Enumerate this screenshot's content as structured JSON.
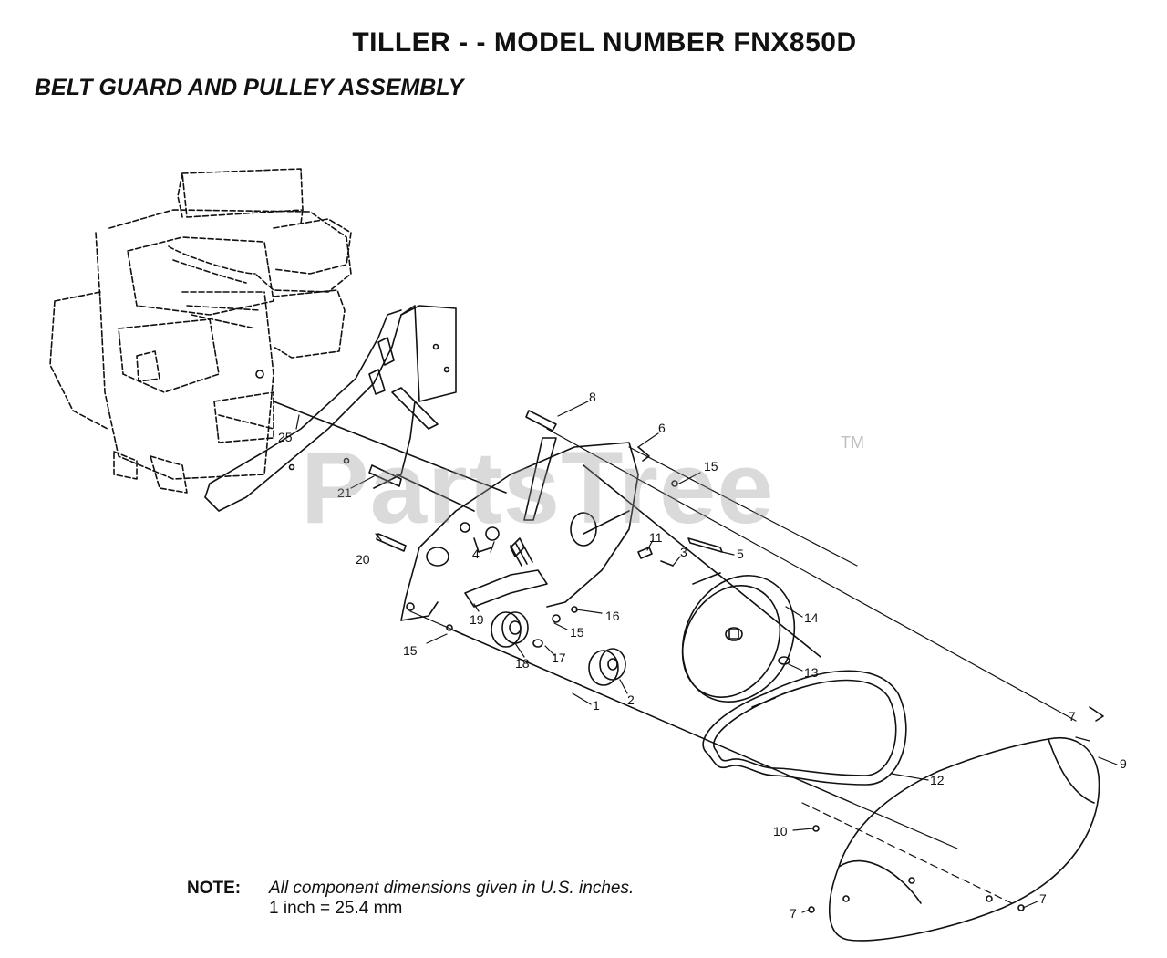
{
  "header": {
    "title": "TILLER - - MODEL NUMBER  FNX850D",
    "subtitle": "BELT GUARD AND PULLEY ASSEMBLY"
  },
  "callouts": [
    {
      "id": "c8",
      "label": "8"
    },
    {
      "id": "c6",
      "label": "6"
    },
    {
      "id": "c15a",
      "label": "15"
    },
    {
      "id": "c25",
      "label": "25"
    },
    {
      "id": "c21",
      "label": "21"
    },
    {
      "id": "c11",
      "label": "11"
    },
    {
      "id": "c3",
      "label": "3"
    },
    {
      "id": "c5",
      "label": "5"
    },
    {
      "id": "c20",
      "label": "20"
    },
    {
      "id": "c4",
      "label": "4"
    },
    {
      "id": "c14",
      "label": "14"
    },
    {
      "id": "c16",
      "label": "16"
    },
    {
      "id": "c19",
      "label": "19"
    },
    {
      "id": "c15b",
      "label": "15"
    },
    {
      "id": "c15c",
      "label": "15"
    },
    {
      "id": "c18",
      "label": "18"
    },
    {
      "id": "c17",
      "label": "17"
    },
    {
      "id": "c13",
      "label": "13"
    },
    {
      "id": "c2",
      "label": "2"
    },
    {
      "id": "c1",
      "label": "1"
    },
    {
      "id": "c12",
      "label": "12"
    },
    {
      "id": "c7a",
      "label": "7"
    },
    {
      "id": "c9",
      "label": "9"
    },
    {
      "id": "c10",
      "label": "10"
    },
    {
      "id": "c7b",
      "label": "7"
    },
    {
      "id": "c7c",
      "label": "7"
    }
  ],
  "note": {
    "label": "NOTE:",
    "line1": "All component dimensions given in U.S. inches.",
    "line2": "1 inch = 25.4 mm"
  },
  "watermark": {
    "text": "PartsTree",
    "tm": "TM"
  }
}
